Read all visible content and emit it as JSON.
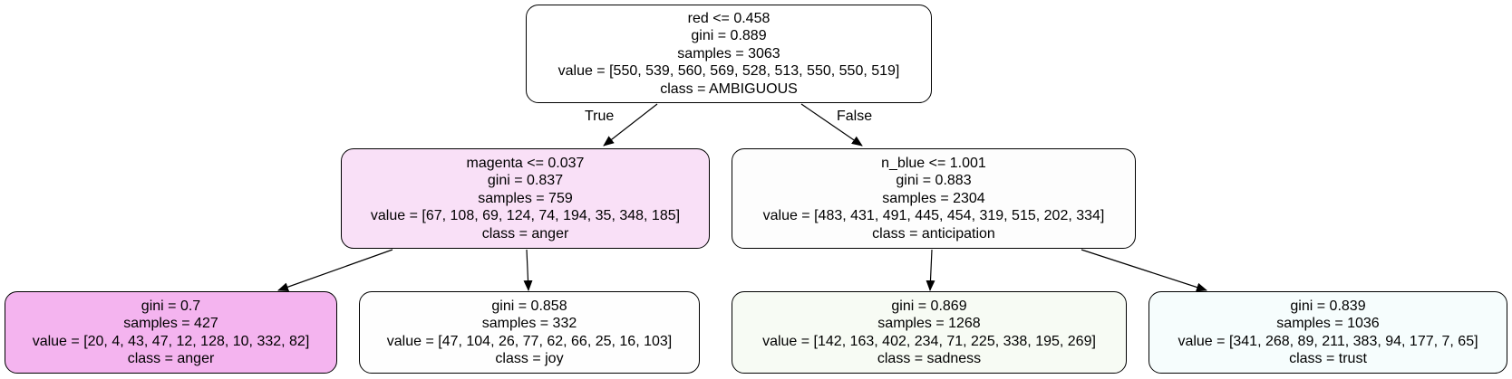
{
  "nodes": {
    "root": {
      "lines": [
        "red <= 0.458",
        "gini = 0.889",
        "samples = 3063",
        "value = [550, 539, 560, 569, 528, 513, 550, 550, 519]",
        "class = AMBIGUOUS"
      ],
      "fill": "#ffffff"
    },
    "left": {
      "lines": [
        "magenta <= 0.037",
        "gini = 0.837",
        "samples = 759",
        "value = [67, 108, 69, 124, 74, 194, 35, 348, 185]",
        "class = anger"
      ],
      "fill": "#f9e0f7"
    },
    "right": {
      "lines": [
        "n_blue <= 1.001",
        "gini = 0.883",
        "samples = 2304",
        "value = [483, 431, 491, 445, 454, 319, 515, 202, 334]",
        "class = anticipation"
      ],
      "fill": "#fdfdfd"
    },
    "ll": {
      "lines": [
        "gini = 0.7",
        "samples = 427",
        "value = [20, 4, 43, 47, 12, 128, 10, 332, 82]",
        "class = anger"
      ],
      "fill": "#f4b4ef"
    },
    "lr": {
      "lines": [
        "gini = 0.858",
        "samples = 332",
        "value = [47, 104, 26, 77, 62, 66, 25, 16, 103]",
        "class = joy"
      ],
      "fill": "#fefefe"
    },
    "rl": {
      "lines": [
        "gini = 0.869",
        "samples = 1268",
        "value = [142, 163, 402, 234, 71, 225, 338, 195, 269]",
        "class = sadness"
      ],
      "fill": "#f7fbf4"
    },
    "rr": {
      "lines": [
        "gini = 0.839",
        "samples = 1036",
        "value = [341, 268, 89, 211, 383, 94, 177, 7, 65]",
        "class = trust"
      ],
      "fill": "#f6fdfd"
    }
  },
  "edge_labels": {
    "true_label": "True",
    "false_label": "False"
  }
}
